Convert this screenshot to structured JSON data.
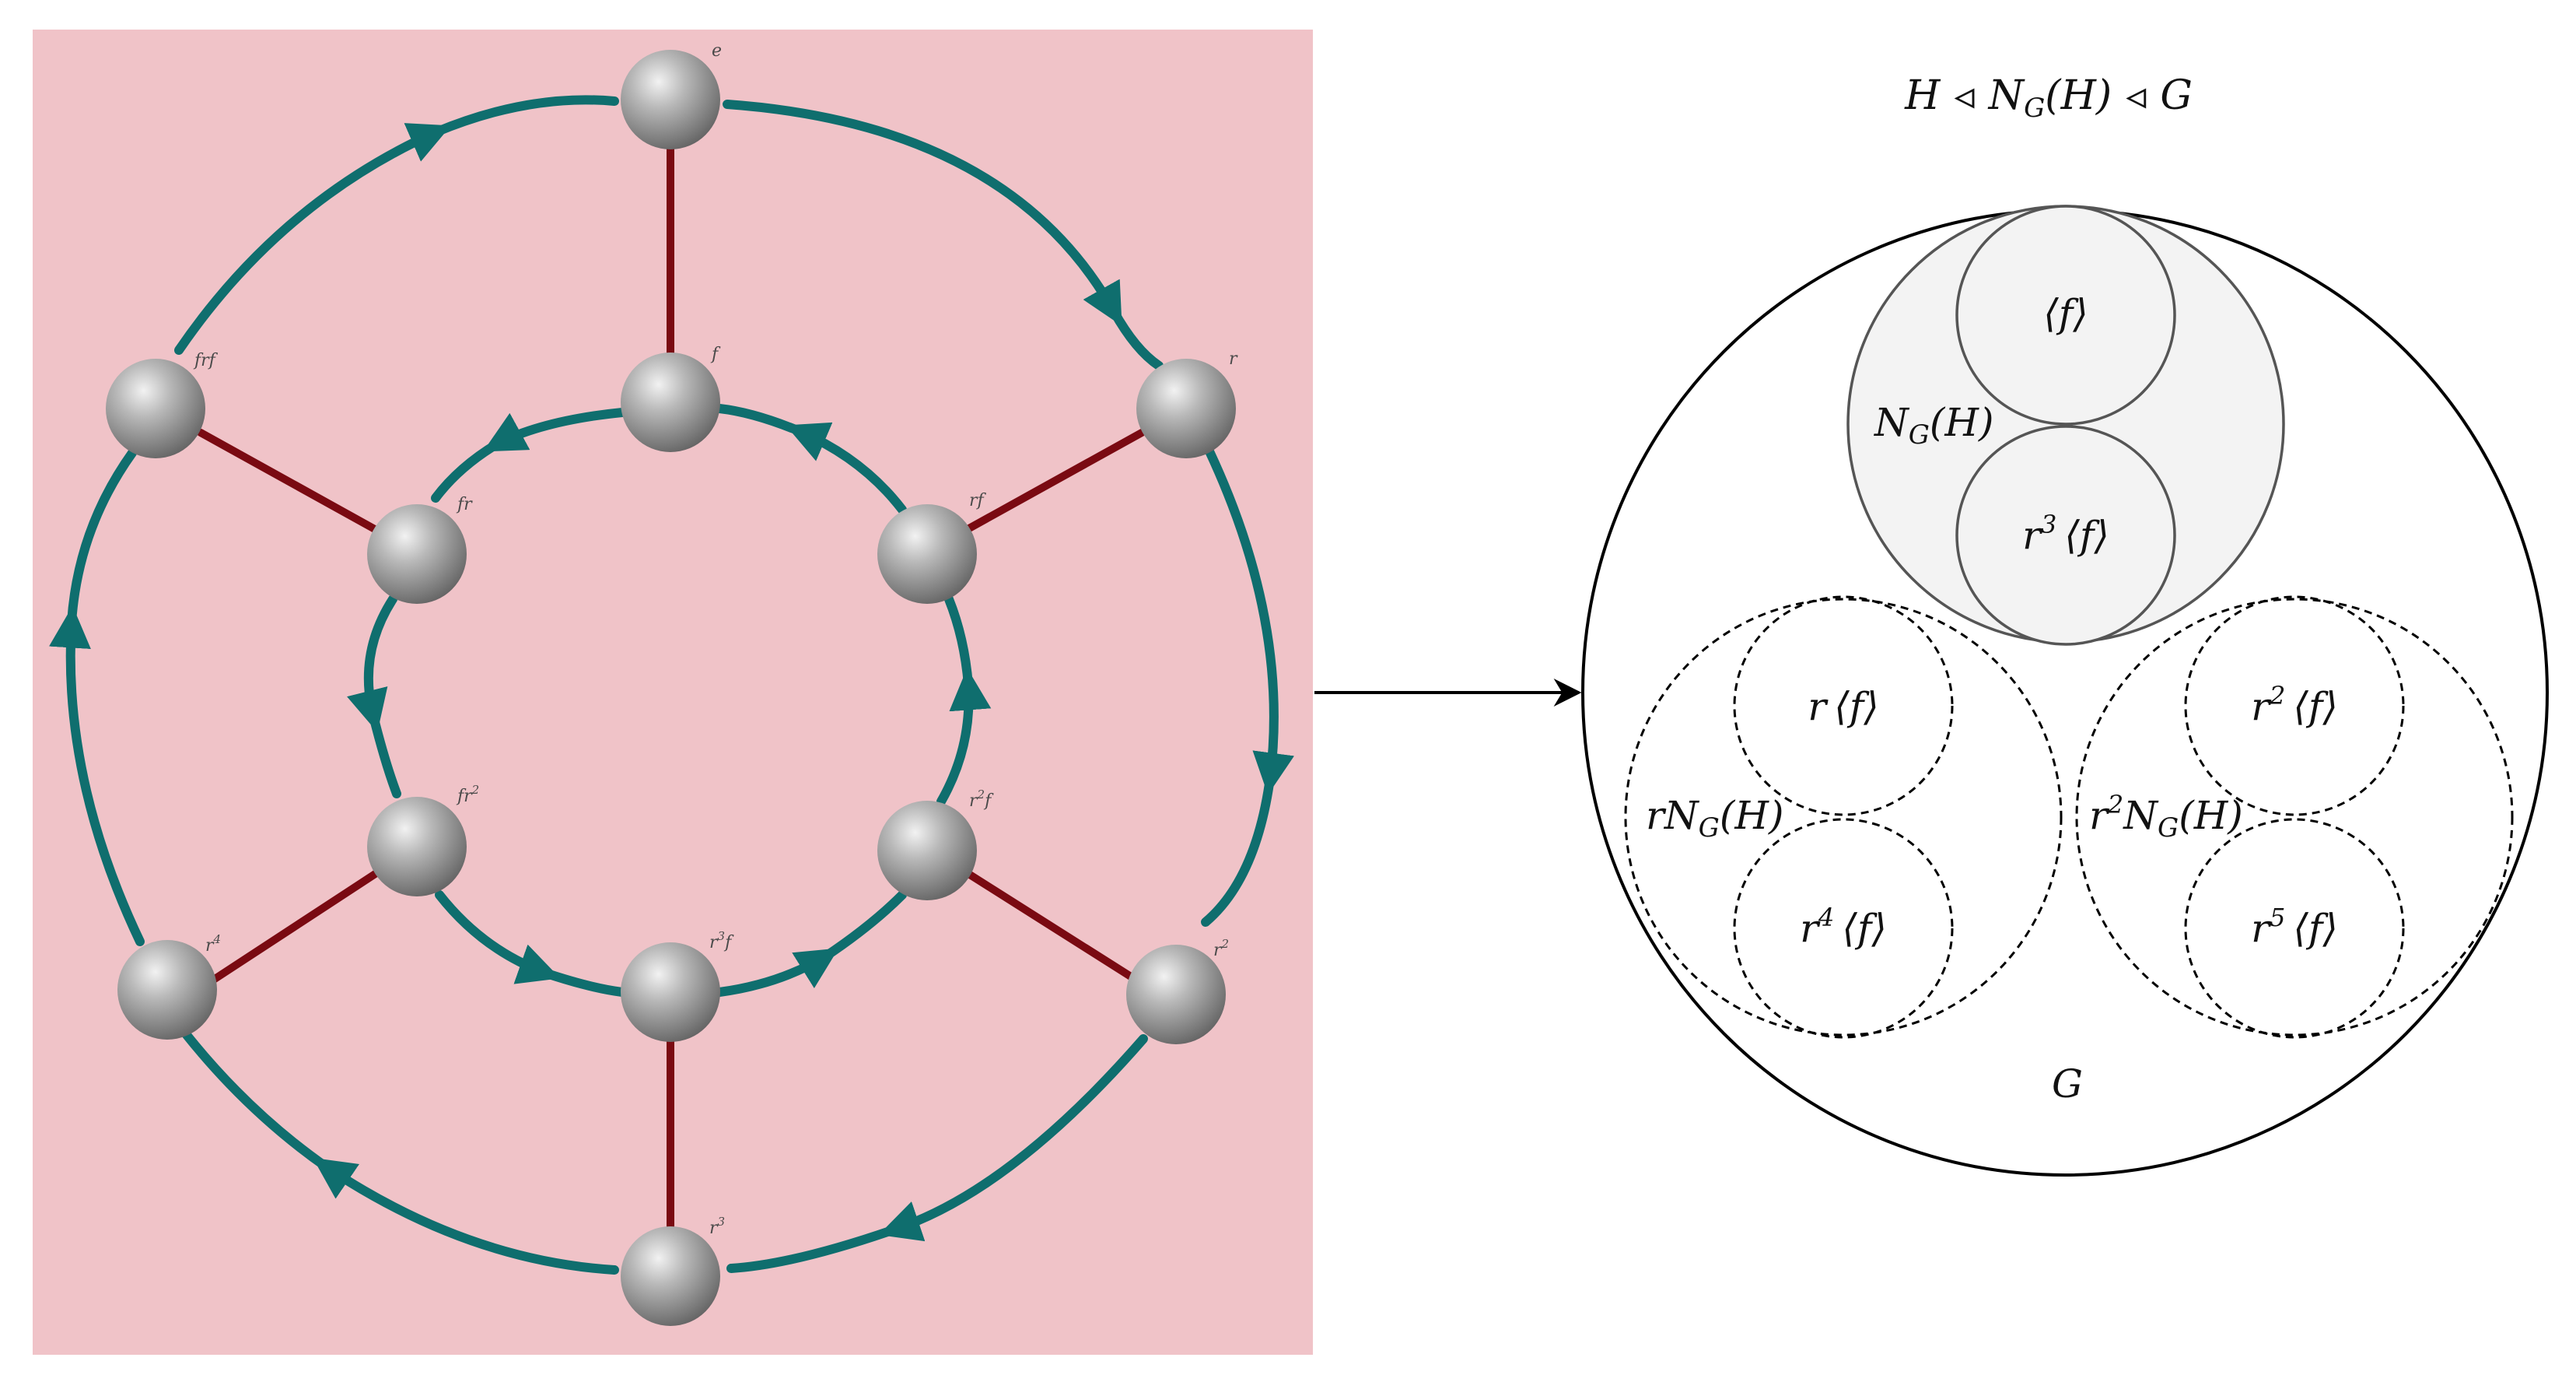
{
  "cayley_graph": {
    "background": "#f0c3c8",
    "edge_color_rotation": "#0f6e6e",
    "edge_color_flip": "#7a0a12",
    "vertices": {
      "outer": [
        {
          "base": "e",
          "sup": "",
          "tail": ""
        },
        {
          "base": "r",
          "sup": "",
          "tail": ""
        },
        {
          "base": "r",
          "sup": "2",
          "tail": ""
        },
        {
          "base": "r",
          "sup": "3",
          "tail": ""
        },
        {
          "base": "r",
          "sup": "4",
          "tail": ""
        },
        {
          "base": "frf",
          "sup": "",
          "tail": ""
        }
      ],
      "inner": [
        {
          "base": "f",
          "sup": "",
          "tail": ""
        },
        {
          "base": "rf",
          "sup": "",
          "tail": ""
        },
        {
          "base": "r",
          "sup": "2",
          "tail": "f"
        },
        {
          "base": "r",
          "sup": "3",
          "tail": "f"
        },
        {
          "base": "fr",
          "sup": "2",
          "tail": ""
        },
        {
          "base": "fr",
          "sup": "",
          "tail": ""
        }
      ]
    }
  },
  "venn": {
    "title": {
      "p1": "H",
      "op1": "◃",
      "p2": "N",
      "p2sub": "G",
      "p2tail": "(H)",
      "op2": "◃",
      "p3": "G"
    },
    "G_label": "G",
    "normalizer": {
      "base": "N",
      "sub": "G",
      "tail": "(H)"
    },
    "r_normalizer": {
      "pre": "r",
      "base": "N",
      "sub": "G",
      "tail": "(H)"
    },
    "r2_normalizer": {
      "pre": "r",
      "sup": "2",
      "base": "N",
      "sub": "G",
      "tail": "(H)"
    },
    "cosets": [
      {
        "pre": "",
        "sup": "",
        "body": "⟨f⟩"
      },
      {
        "pre": "r",
        "sup": "3",
        "body": "⟨f⟩"
      },
      {
        "pre": "r",
        "sup": "",
        "body": "⟨f⟩"
      },
      {
        "pre": "r",
        "sup": "4",
        "body": "⟨f⟩"
      },
      {
        "pre": "r",
        "sup": "2",
        "body": "⟨f⟩"
      },
      {
        "pre": "r",
        "sup": "5",
        "body": "⟨f⟩"
      }
    ]
  }
}
